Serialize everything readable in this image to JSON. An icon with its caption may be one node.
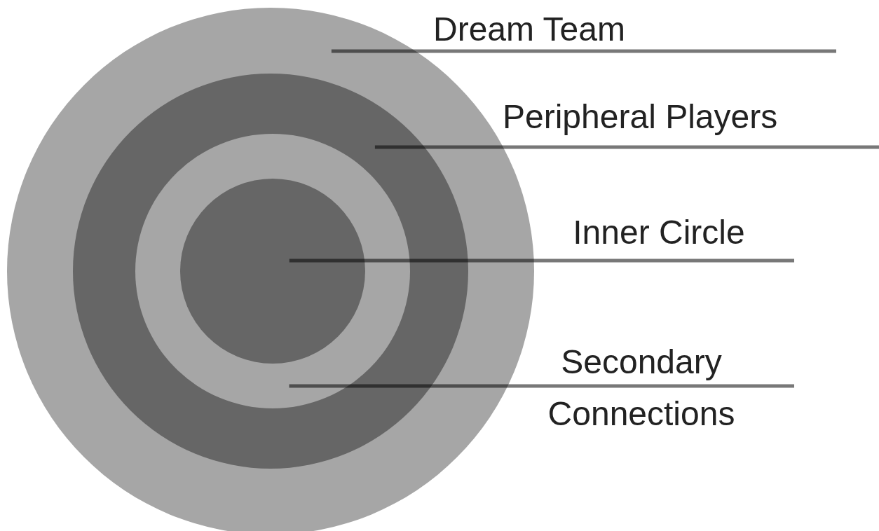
{
  "diagram": {
    "nodes": [
      {
        "text": [],
        "shape": "circle"
      },
      {
        "text": [],
        "shape": "circle",
        "in": 0
      },
      {
        "text": [],
        "shape": "circle",
        "in": 1
      },
      {
        "text": [],
        "shape": "circle",
        "in": 2
      },
      {
        "text": [
          "Dream Team"
        ]
      },
      {
        "text": [
          "Peripheral Players"
        ]
      },
      {
        "text": [
          "Inner Circle"
        ]
      },
      {
        "text": [
          "Secondary Connections"
        ]
      }
    ],
    "edges": [
      {
        "from": 4,
        "to": 0,
        "arrow": "none"
      },
      {
        "from": 5,
        "to": 1,
        "arrow": "none"
      },
      {
        "from": 6,
        "to": 3,
        "arrow": "none"
      },
      {
        "from": 7,
        "to": 2,
        "arrow": "none"
      }
    ]
  }
}
